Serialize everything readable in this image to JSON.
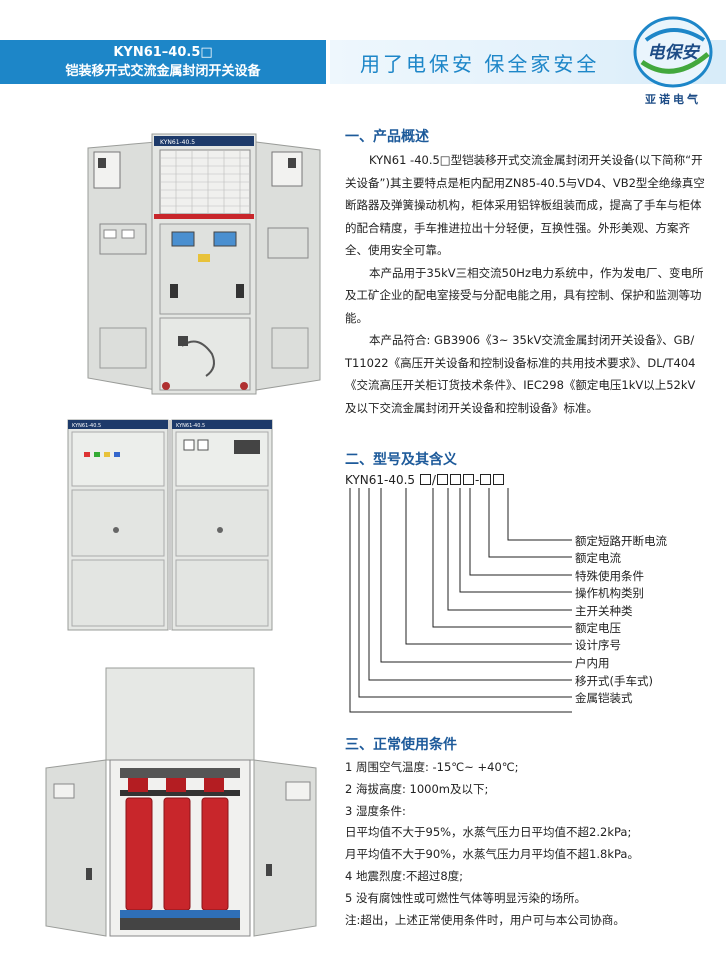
{
  "header": {
    "title_line1": "KYN61–40.5□",
    "title_line2": "铠装移开式交流金属封闭开关设备",
    "slogan": "用了电保安    保全家安全",
    "logo_text": "电保安",
    "company": "亚诺电气"
  },
  "overview": {
    "heading": "一、产品概述",
    "paragraphs": [
      "KYN61 -40.5□型铠装移开式交流金属封闭开关设备(以下简称“开关设备”)其主要特点是柜内配用ZN85-40.5与VD4、VB2型全绝缘真空断路器及弹簧操动机构，柜体采用铝锌板组装而成，提高了手车与柜体的配合精度，手车推进拉出十分轻便，互换性强。外形美观、方案齐全、使用安全可靠。",
      "本产品用于35kV三相交流50Hz电力系统中，作为发电厂、变电所及工矿企业的配电室接受与分配电能之用，具有控制、保护和监测等功能。",
      "本产品符合: GB3906《3~ 35kV交流金属封闭开关设备》、GB/ T11022《高压开关设备和控制设备标准的共用技术要求》、DL/T404《交流高压开关柜订货技术条件》、IEC298《额定电压1kV以上52kV及以下交流金属封闭开关设备和控制设备》标准。"
    ]
  },
  "model": {
    "heading": "二、型号及其含义",
    "code_prefix": "KYN61-40.5",
    "labels": [
      "额定短路开断电流",
      "额定电流",
      "特殊使用条件",
      "操作机构类别",
      "主开关种类",
      "额定电压",
      "设计序号",
      "户内用",
      "移开式(手车式)",
      "金属铠装式"
    ]
  },
  "conditions": {
    "heading": "三、正常使用条件",
    "items": [
      "1 周围空气温度: -15℃~ +40℃;",
      "2 海拔高度: 1000m及以下;",
      "3 湿度条件:",
      "日平均值不大于95%，水蒸气压力日平均值不超2.2kPa;",
      "月平均值不大于90%，水蒸气压力月平均值不超1.8kPa。",
      "4 地震烈度:不超过8度;",
      "5 没有腐蚀性或可燃性气体等明显污染的场所。",
      "注:超出，上述正常使用条件时，用户可与本公司协商。"
    ]
  },
  "images": {
    "cabinet1_text": "KYN61-40.5",
    "cabinet2_left_text": "KYN61-40.5",
    "cabinet2_right_text": "KYN61-40.5"
  },
  "colors": {
    "brand_blue": "#1d86c8",
    "heading_blue": "#1d5a9a",
    "cabinet_gray": "#d9dbd8",
    "transformer_red": "#c8262b"
  }
}
